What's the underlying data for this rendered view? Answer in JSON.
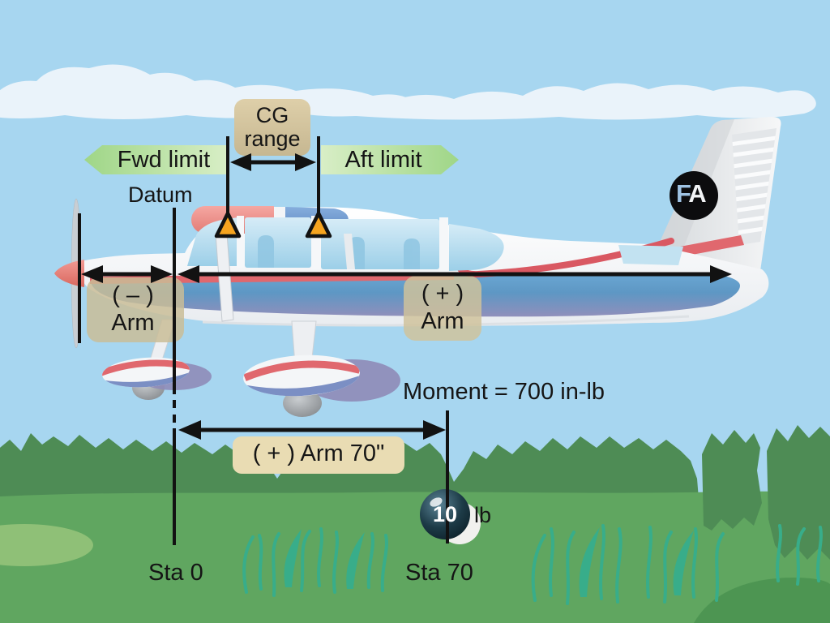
{
  "palette": {
    "sky": "#a7d6f0",
    "cloud": "#eaf3fa",
    "bush": "#4e8c55",
    "grass": "#60a660",
    "blade": "#38ad8a",
    "label-tan": "#d8cba3",
    "banner-green": "#9fd687",
    "marker-orange": "#f6a41f",
    "line": "#121212",
    "stripe-red": "#e0686e",
    "band-blue": "#5f9cca",
    "logo-blue": "#9fc3e4",
    "box-cream": "#e9dcb3"
  },
  "labels": {
    "cg_range_line1": "CG",
    "cg_range_line2": "range",
    "fwd_limit": "Fwd limit",
    "aft_limit": "Aft limit",
    "datum": "Datum",
    "neg_arm_sign": "( – )",
    "neg_arm_word": "Arm",
    "pos_arm_sign": "( + )",
    "pos_arm_word": "Arm",
    "moment": "Moment = 700 in-lb",
    "arm_70": "( + ) Arm 70\"",
    "weight_value": "10",
    "weight_unit": "lb",
    "sta_0": "Sta 0",
    "sta_70": "Sta 70",
    "logo_f": "F",
    "logo_a": "A"
  }
}
